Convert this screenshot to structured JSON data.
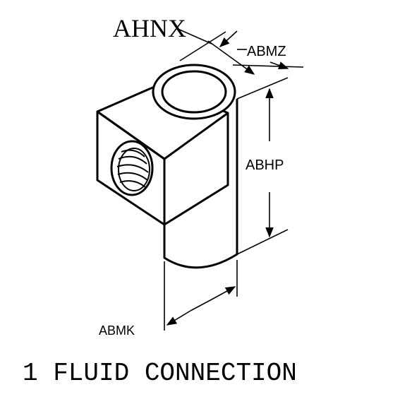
{
  "diagram": {
    "callouts": {
      "top_label": "AHNX",
      "outer_diameter_label": "ABMZ",
      "height_label": "ABHP",
      "bottom_diameter_label": "ABMK"
    },
    "caption": "1 FLUID CONNECTION",
    "colors": {
      "ink": "#000000",
      "paper": "#ffffff"
    }
  }
}
